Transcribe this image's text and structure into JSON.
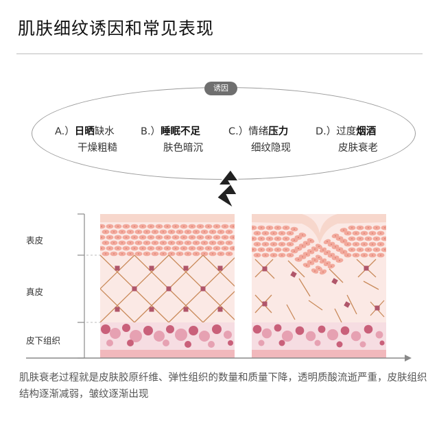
{
  "title": "肌肤细纹诱因和常见表现",
  "causes_tag": "诱因",
  "causes": [
    {
      "prefix": "A.）",
      "bold": "日晒",
      "rest": "缺水",
      "line2": "干燥粗糙"
    },
    {
      "prefix": "B.）",
      "bold": "睡眠不足",
      "rest": "",
      "line2": "肤色暗沉"
    },
    {
      "prefix": "C.）",
      "pre": "情绪",
      "bold": "压力",
      "rest": "",
      "line2": "细纹隐现"
    },
    {
      "prefix": "D.）",
      "pre": "过度",
      "bold": "烟酒",
      "rest": "",
      "line2": "皮肤衰老"
    }
  ],
  "layers": {
    "epidermis": "表皮",
    "dermis": "真皮",
    "subcutaneous": "皮下组织"
  },
  "description": "肌肤衰老过程就是皮肤胶原纤维、弹性组织的数量和质量下降，透明质酸流逝严重，皮肤组织结构逐渐减弱，皱纹逐渐出现",
  "colors": {
    "skin_top": "#f7d7cc",
    "cell": "#f2a99c",
    "cell_dot": "#d9786b",
    "dermis_bg": "#fbe9e5",
    "fiber": "#c98a5a",
    "node": "#b0566a",
    "fat_dark": "#c9607a",
    "fat_light": "#e6a1b2",
    "fat_bg": "#f6dde2",
    "bottom_band": "#f1b8bc"
  }
}
